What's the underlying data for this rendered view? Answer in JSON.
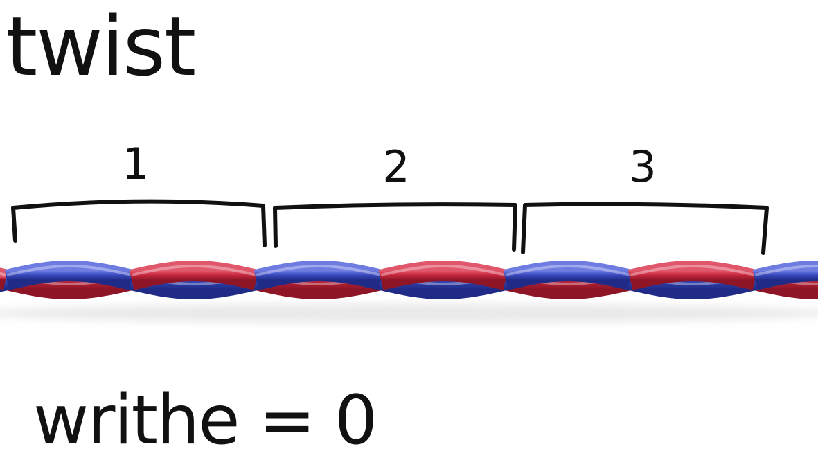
{
  "title": "twist",
  "segments": [
    "1",
    "2",
    "3"
  ],
  "caption": "writhe = 0",
  "colors": {
    "background": "#ffffff",
    "ink": "#111111",
    "strand_red": "#c8283f",
    "strand_blue": "#3a4bc0"
  }
}
